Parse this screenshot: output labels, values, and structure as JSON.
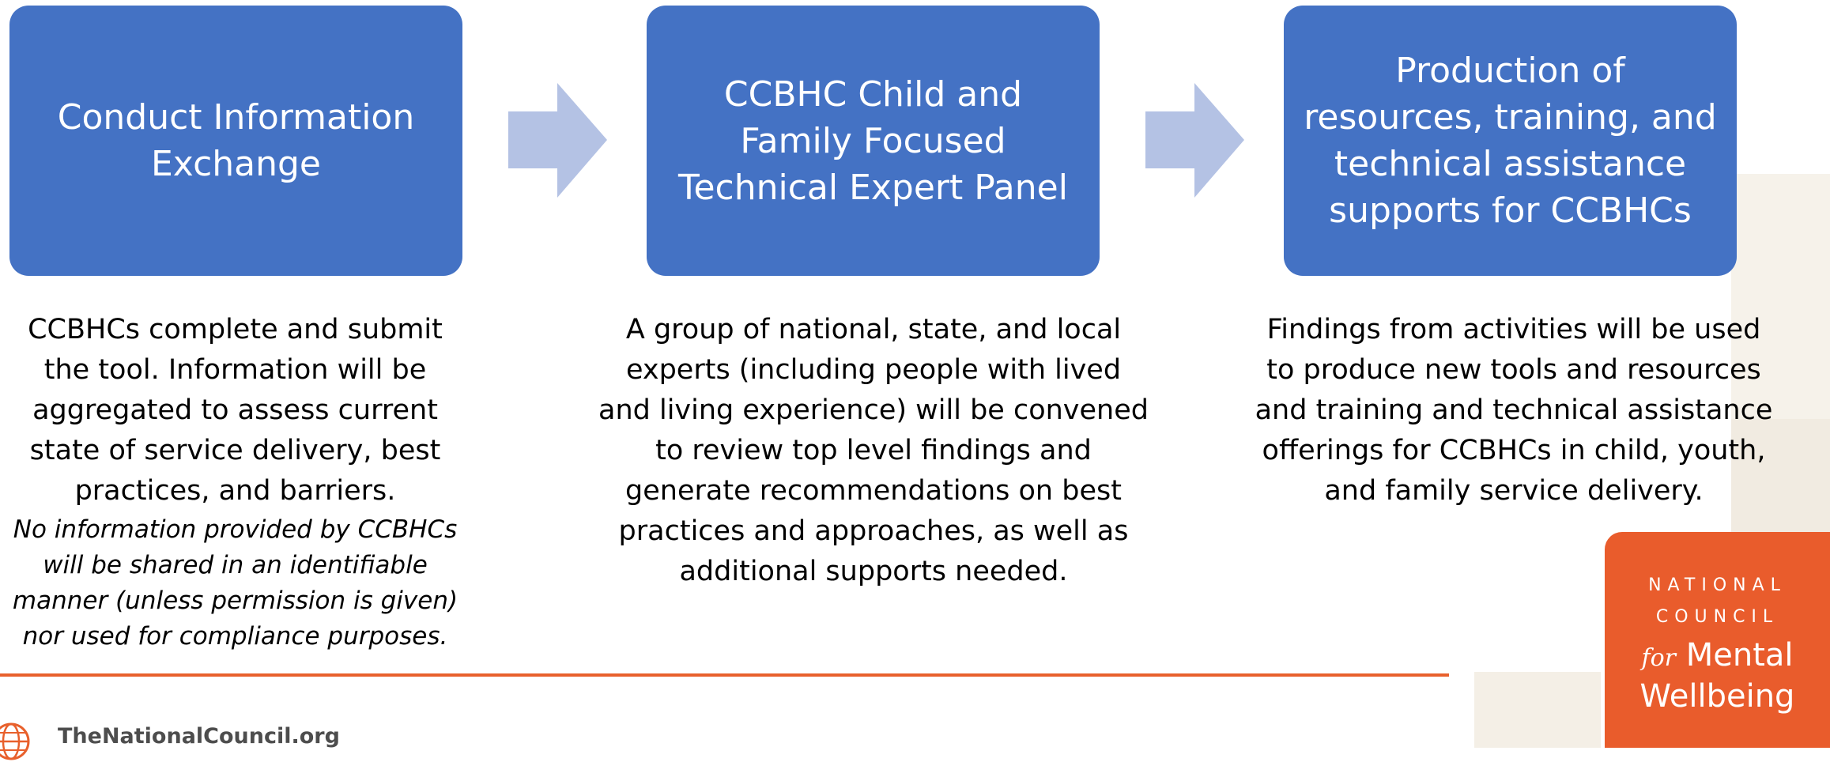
{
  "steps": [
    {
      "title": "Conduct Information Exchange",
      "description": "CCBHCs complete and submit the tool. Information will be aggregated to assess current state of service delivery, best practices, and barriers.",
      "note": "No information provided by CCBHCs will be shared in an identifiable manner (unless permission is given) nor used for compliance purposes."
    },
    {
      "title": "CCBHC Child and Family Focused Technical Expert Panel",
      "description": "A group of national, state, and local experts (including people with lived and living experience) will be convened to review top level findings and generate recommendations on best practices and approaches, as well as additional supports needed."
    },
    {
      "title": "Production of resources, training, and technical assistance supports for CCBHCs",
      "description": "Findings from activities will be used to produce new tools and resources and training and technical assistance offerings for CCBHCs in child, youth, and family service delivery."
    }
  ],
  "footer": {
    "url": "TheNationalCouncil.org",
    "globe_icon": "globe-icon"
  },
  "logo": {
    "line1": "NATIONAL",
    "line2": "COUNCIL",
    "line3_for": "for",
    "line3_rest": "Mental",
    "line4": "Wellbeing"
  },
  "colors": {
    "box": "#4472c4",
    "arrow": "#b4c2e4",
    "accent": "#e8602c",
    "logo_bg": "#e95c2c"
  }
}
